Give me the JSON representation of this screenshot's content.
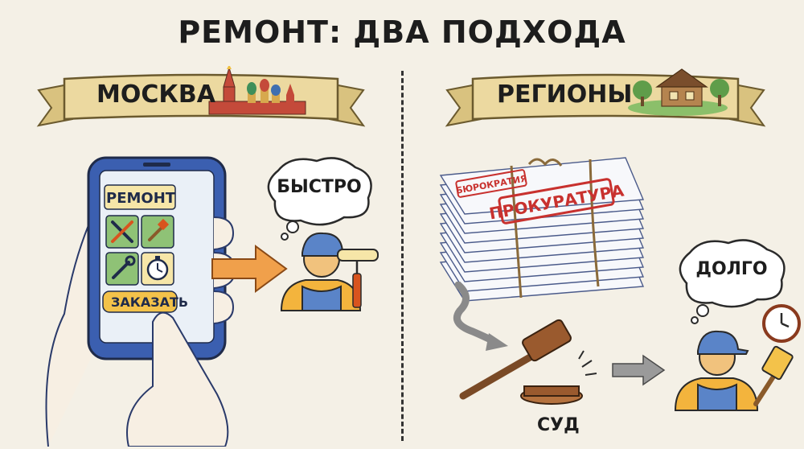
{
  "title": "РЕМОНТ: ДВА ПОДХОДА",
  "left": {
    "banner": "МОСКВА",
    "phone": {
      "header": "РЕМОНТ",
      "order_button": "ЗАКАЗАТЬ",
      "app_icons": [
        "tools-icon",
        "paint-brush-icon",
        "wrench-icon",
        "stopwatch-icon"
      ]
    },
    "bubble": "БЫСТРО"
  },
  "right": {
    "banner": "РЕГИОНЫ",
    "stamp_small": "БЮРОКРАТИЯ",
    "stamp_big": "ПРОКУРАТУРА",
    "court_label": "СУД",
    "bubble": "ДОЛГО"
  },
  "colors": {
    "banner_fill": "#ecd9a0",
    "banner_border": "#6b5a2e",
    "phone_blue": "#3b5fb0",
    "arrow_orange": "#f0a04b",
    "worker_blue": "#5a84c8",
    "worker_skin": "#f1c27d",
    "worker_shirt": "#f3b43d",
    "stamp_red": "#c8312e"
  }
}
